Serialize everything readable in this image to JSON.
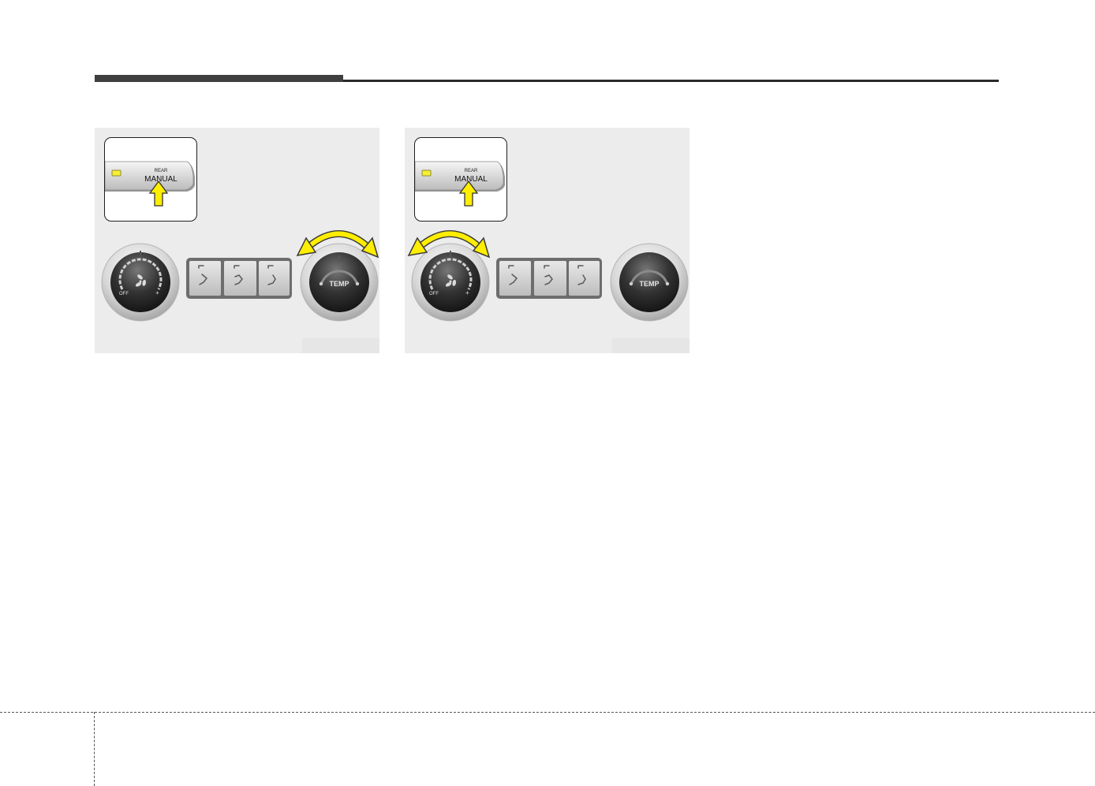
{
  "panels": [
    {
      "button": {
        "top_label": "REAR",
        "main_label": "MANUAL"
      },
      "fan_knob": {
        "off_label": "OFF",
        "plus_label": "+"
      },
      "temp_knob": {
        "label": "TEMP"
      },
      "rotation_arrow_on": "temp-knob"
    },
    {
      "button": {
        "top_label": "REAR",
        "main_label": "MANUAL"
      },
      "fan_knob": {
        "off_label": "OFF",
        "plus_label": "+"
      },
      "temp_knob": {
        "label": "TEMP"
      },
      "rotation_arrow_on": "fan-knob"
    }
  ],
  "colors": {
    "indicator_yellow": "#f7ee36",
    "arrow_yellow": "#ffee00",
    "knob_dark": "#222222",
    "panel_bg": "#ececec",
    "header_bar": "#3f3f3f"
  },
  "icons": [
    "fan-icon",
    "face-vent-icon",
    "bi-level-vent-icon",
    "floor-vent-icon",
    "push-arrow-icon",
    "rotate-arrow-icon"
  ]
}
